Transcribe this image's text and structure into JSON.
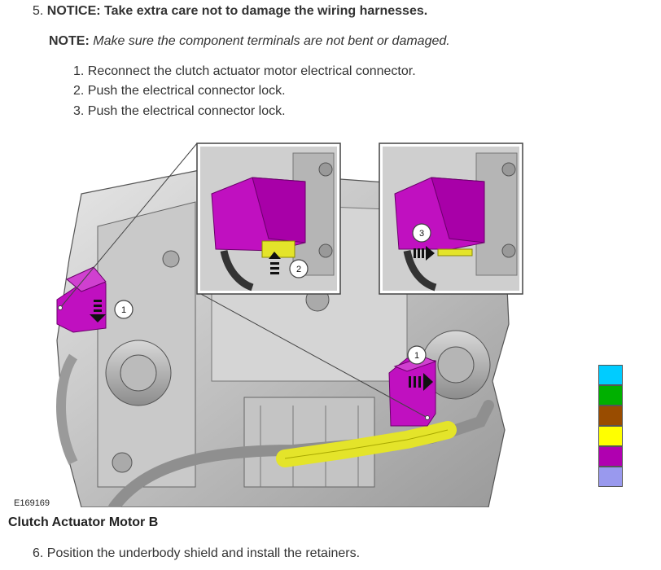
{
  "step5": {
    "number": "5.",
    "notice": "NOTICE: Take extra care not to damage the wiring harnesses."
  },
  "note": {
    "label": "NOTE:",
    "text": "Make sure the component terminals are not bent or damaged."
  },
  "substeps": [
    "1. Reconnect the clutch actuator motor electrical connector.",
    "2. Push the electrical connector lock.",
    "3. Push the electrical connector lock."
  ],
  "figure": {
    "id": "E169169",
    "caption": "Clutch Actuator Motor B",
    "callouts": [
      "1",
      "2",
      "3",
      "1"
    ]
  },
  "step6": "6. Position the underbody shield and install the retainers.",
  "legend": {
    "colors": [
      "#00ccff",
      "#00b000",
      "#994c00",
      "#ffff00",
      "#b000b0",
      "#9999ee"
    ]
  }
}
